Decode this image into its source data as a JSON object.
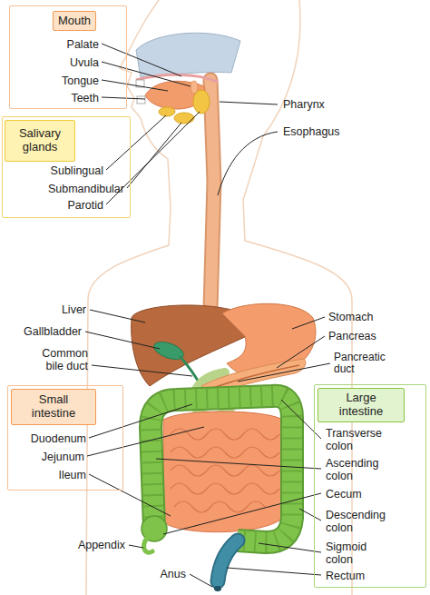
{
  "diagram": {
    "nodes": [
      {
        "text": [
          "Mouth",
          "Palate",
          "Uvula",
          "Tongue",
          "Teeth"
        ]
      },
      {
        "text": [
          "Salivary glands",
          "Sublingual",
          "Submandibular",
          "Parotid"
        ]
      },
      {
        "text": [
          "Small intestine",
          "Duodenum",
          "Jejunum",
          "Ileum"
        ]
      },
      {
        "text": [
          "Large intestine",
          "Transverse colon",
          "Ascending colon",
          "Cecum",
          "Descending colon",
          "Sigmoid colon",
          "Rectum"
        ]
      }
    ],
    "labels": [
      "Pharynx",
      "Esophagus",
      "Liver",
      "Gallbladder",
      "Common bile duct",
      "Stomach",
      "Pancreas",
      "Pancreatic duct",
      "Appendix",
      "Anus"
    ]
  }
}
